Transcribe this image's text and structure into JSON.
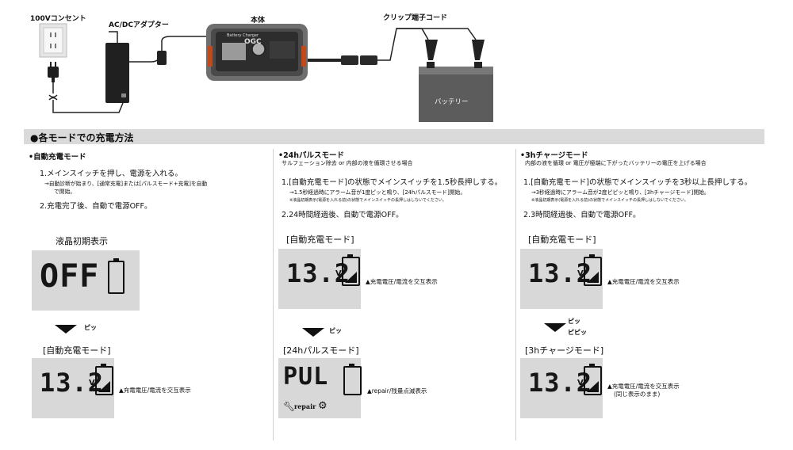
{
  "header": {
    "outlet_label": "100Vコンセント",
    "adapter_label": "AC/DCアダプター",
    "unit_label": "本体",
    "clip_label": "クリップ端子コード",
    "battery_label": "バッテリー",
    "device_brand": "OGC",
    "device_caption": "Battery Charger"
  },
  "section": {
    "title": "●各モードでの充電方法"
  },
  "modes": [
    {
      "title": "•自動充電モード",
      "subtitle": "",
      "step1": "1.メインスイッチを押し、電源を入れる。",
      "step1_note": "→自動診断が始まり、[通常充電]または[パルスモード+充電]を自動",
      "step1_note2": "で開始。",
      "step1_note3": "",
      "step2": "2.充電完了後、自動で電源OFF。",
      "lcd1_caption": "液晶初期表示",
      "lcd1_text": "OFF",
      "lcd1_unit": "",
      "lcd1_note": "",
      "beep": "ピッ",
      "beep2": "",
      "lcd2_caption": "[自動充電モード]",
      "lcd2_text": "13.2",
      "lcd2_unit": "V",
      "lcd2_note": "▲充電電圧/電流を交互表示",
      "lcd2_note2": ""
    },
    {
      "title": "•24hパルスモード",
      "subtitle": "サルフェーション除去 or 内部の液を循環させる場合",
      "step1": "1.[自動充電モード]の状態でメインスイッチを1.5秒長押しする。",
      "step1_note": "→1.5秒経過時にアラーム音が1度ピッと鳴り、[24hパルスモード]開始。",
      "step1_note2": "",
      "step1_note3": "※液晶初期表示(電源を入れる前)の状態でメインスイッチの長押しはしないでください。",
      "step2": "2.24時間経過後、自動で電源OFF。",
      "lcd1_caption": "[自動充電モード]",
      "lcd1_text": "13.2",
      "lcd1_unit": "V",
      "lcd1_note": "▲充電電圧/電流を交互表示",
      "beep": "ピッ",
      "beep2": "",
      "lcd2_caption": "[24hパルスモード]",
      "lcd2_text": "PUL",
      "lcd2_unit": "",
      "lcd2_note": "▲repair/残量点滅表示",
      "lcd2_note2": "",
      "repair_text": "repair"
    },
    {
      "title": "•3hチャージモード",
      "subtitle": "内部の液を循環 or 電圧が極端に下がったバッテリーの電圧を上げる場合",
      "step1": "1.[自動充電モード]の状態でメインスイッチを3秒以上長押しする。",
      "step1_note": "→3秒経過時にアラーム音が2度ピピッと鳴り、[3hチャージモード]開始。",
      "step1_note2": "",
      "step1_note3": "※液晶初期表示(電源を入れる前)の状態でメインスイッチの長押しはしないでください。",
      "step2": "2.3時間経過後、自動で電源OFF。",
      "lcd1_caption": "[自動充電モード]",
      "lcd1_text": "13.2",
      "lcd1_unit": "V",
      "lcd1_note": "▲充電電圧/電流を交互表示",
      "beep": "ピッ",
      "beep2": "ピピッ",
      "lcd2_caption": "[3hチャージモード]",
      "lcd2_text": "13.2",
      "lcd2_unit": "V",
      "lcd2_note": "▲充電電圧/電流を交互表示",
      "lcd2_note2": "(同じ表示のまま)"
    }
  ]
}
